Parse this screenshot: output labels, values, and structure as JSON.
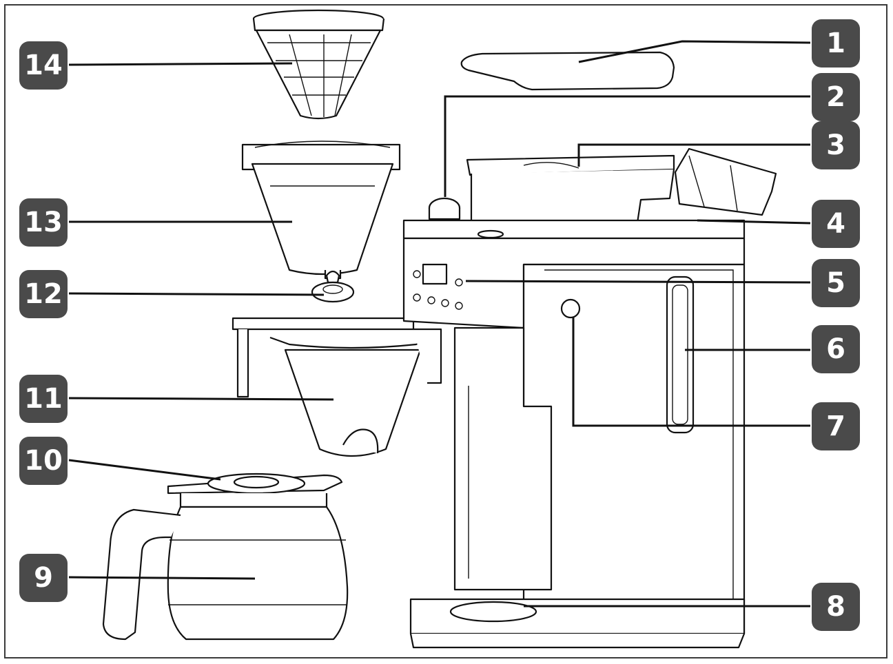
{
  "parts": [
    {
      "number": "1"
    },
    {
      "number": "2"
    },
    {
      "number": "3"
    },
    {
      "number": "4"
    },
    {
      "number": "5"
    },
    {
      "number": "6"
    },
    {
      "number": "7"
    },
    {
      "number": "8"
    },
    {
      "number": "9"
    },
    {
      "number": "10"
    },
    {
      "number": "11"
    },
    {
      "number": "12"
    },
    {
      "number": "13"
    },
    {
      "number": "14"
    }
  ],
  "colors": {
    "badge_fill": "#4a4a4a",
    "badge_text": "#ffffff",
    "line": "#111111",
    "background": "#ffffff"
  }
}
